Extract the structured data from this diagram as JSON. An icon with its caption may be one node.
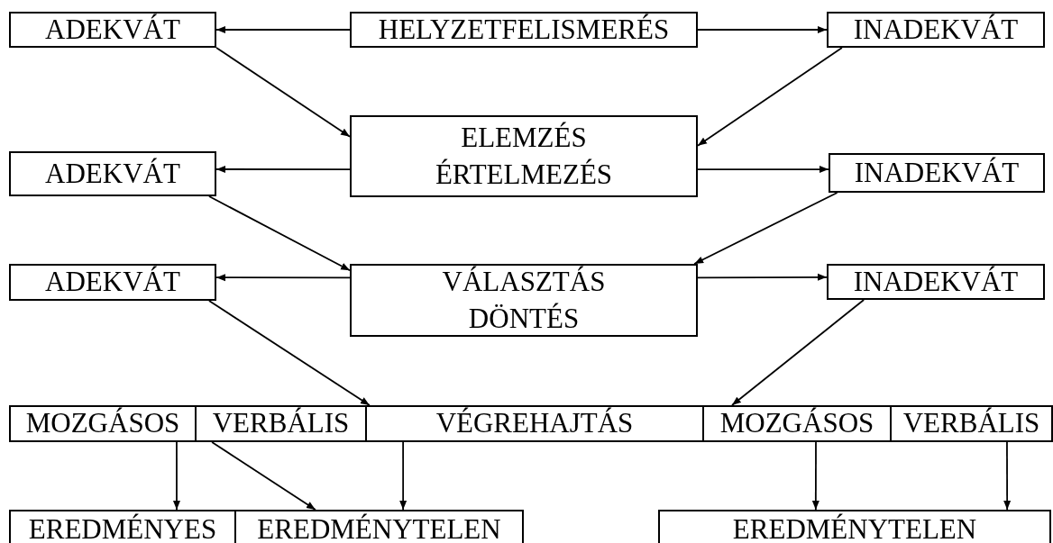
{
  "diagram": {
    "nodes": [
      {
        "text": [
          "ADEKVÁT"
        ]
      },
      {
        "text": [
          "HELYZETFELISMERÉS"
        ]
      },
      {
        "text": [
          "INADEKVÁT"
        ]
      },
      {
        "text": [
          "ADEKVÁT"
        ]
      },
      {
        "text": [
          "ELEMZÉS ÉRTELMEZÉS"
        ]
      },
      {
        "text": [
          "INADEKVÁT"
        ]
      },
      {
        "text": [
          "ADEKVÁT"
        ]
      },
      {
        "text": [
          "VÁLASZTÁS DÖNTÉS"
        ]
      },
      {
        "text": [
          "INADEKVÁT"
        ]
      },
      {
        "text": [
          "MOZGÁSOS"
        ]
      },
      {
        "text": [
          "VERBÁLIS"
        ]
      },
      {
        "text": [
          "VÉGREHAJTÁS"
        ]
      },
      {
        "text": [
          "MOZGÁSOS"
        ]
      },
      {
        "text": [
          "VERBÁLIS"
        ]
      },
      {
        "text": [
          "EREDMÉNYES"
        ]
      },
      {
        "text": [
          "EREDMÉNYTELEN"
        ]
      },
      {
        "text": [
          "EREDMÉNYTELEN"
        ]
      }
    ],
    "edges": [
      {
        "from": 1,
        "to": 0,
        "arrow": "to"
      },
      {
        "from": 1,
        "to": 2,
        "arrow": "to"
      },
      {
        "from": 0,
        "to": 4,
        "arrow": "to"
      },
      {
        "from": 2,
        "to": 4,
        "arrow": "to"
      },
      {
        "from": 4,
        "to": 3,
        "arrow": "to"
      },
      {
        "from": 4,
        "to": 5,
        "arrow": "to"
      },
      {
        "from": 3,
        "to": 7,
        "arrow": "to"
      },
      {
        "from": 5,
        "to": 7,
        "arrow": "to"
      },
      {
        "from": 7,
        "to": 6,
        "arrow": "to"
      },
      {
        "from": 7,
        "to": 8,
        "arrow": "to"
      },
      {
        "from": 6,
        "to": 11,
        "arrow": "to"
      },
      {
        "from": 8,
        "to": 12,
        "arrow": "to"
      },
      {
        "from": 9,
        "to": 14,
        "arrow": "to"
      },
      {
        "from": 10,
        "to": 15,
        "arrow": "to"
      },
      {
        "from": 11,
        "to": 15,
        "arrow": "to"
      },
      {
        "from": 12,
        "to": 16,
        "arrow": "to"
      },
      {
        "from": 13,
        "to": 16,
        "arrow": "to"
      }
    ]
  }
}
